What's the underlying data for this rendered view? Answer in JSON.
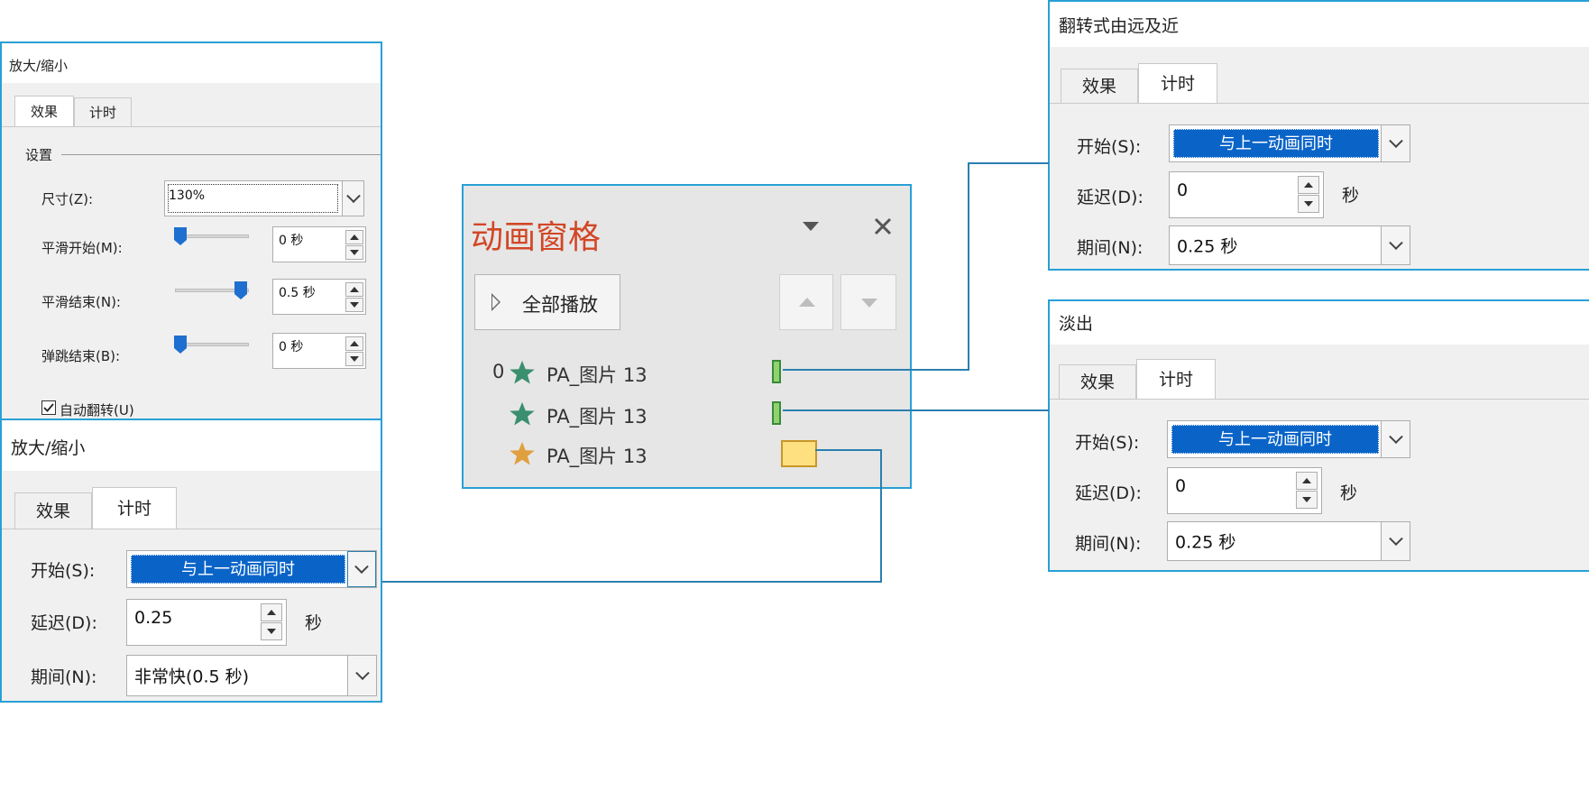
{
  "dialog_zoom_effect": {
    "title": "放大/缩小",
    "tab_effect": "效果",
    "tab_timing": "计时",
    "section_settings": "设置",
    "size_label": "尺寸(Z):",
    "size_value": "130%",
    "smooth_start_label": "平滑开始(M):",
    "smooth_start_value": "0 秒",
    "smooth_start_level": 0,
    "smooth_end_label": "平滑结束(N):",
    "smooth_end_value": "0.5 秒",
    "smooth_end_level": 1,
    "bounce_end_label": "弹跳结束(B):",
    "bounce_end_value": "0 秒",
    "bounce_end_level": 0,
    "auto_reverse_label": "自动翻转(U)",
    "auto_reverse_checked": true
  },
  "dialog_zoom_timing": {
    "title": "放大/缩小",
    "tab_effect": "效果",
    "tab_timing": "计时",
    "start_label": "开始(S):",
    "start_value": "与上一动画同时",
    "delay_label": "延迟(D):",
    "delay_value": "0.25",
    "delay_unit": "秒",
    "duration_label": "期间(N):",
    "duration_value": "非常快(0.5 秒)"
  },
  "anim_pane": {
    "title": "动画窗格",
    "play_all": "全部播放",
    "items": [
      {
        "index": "0",
        "name": "PA_图片 13",
        "star_color": "#3a8f6f"
      },
      {
        "index": "",
        "name": "PA_图片 13",
        "star_color": "#3a8f6f"
      },
      {
        "index": "",
        "name": "PA_图片 13",
        "star_color": "#e0a040"
      }
    ]
  },
  "dialog_flip": {
    "title": "翻转式由远及近",
    "tab_effect": "效果",
    "tab_timing": "计时",
    "start_label": "开始(S):",
    "start_value": "与上一动画同时",
    "delay_label": "延迟(D):",
    "delay_value": "0",
    "delay_unit": "秒",
    "duration_label": "期间(N):",
    "duration_value": "0.25 秒"
  },
  "dialog_fade": {
    "title": "淡出",
    "tab_effect": "效果",
    "tab_timing": "计时",
    "start_label": "开始(S):",
    "start_value": "与上一动画同时",
    "delay_label": "延迟(D):",
    "delay_value": "0",
    "delay_unit": "秒",
    "duration_label": "期间(N):",
    "duration_value": "0.25 秒"
  },
  "colors": {
    "accent_border": "#28a0d6",
    "selection_blue": "#0a64c8",
    "pane_title": "#d24726",
    "green_bar": "#8fd36e",
    "yellow_bar": "#ffe080"
  }
}
